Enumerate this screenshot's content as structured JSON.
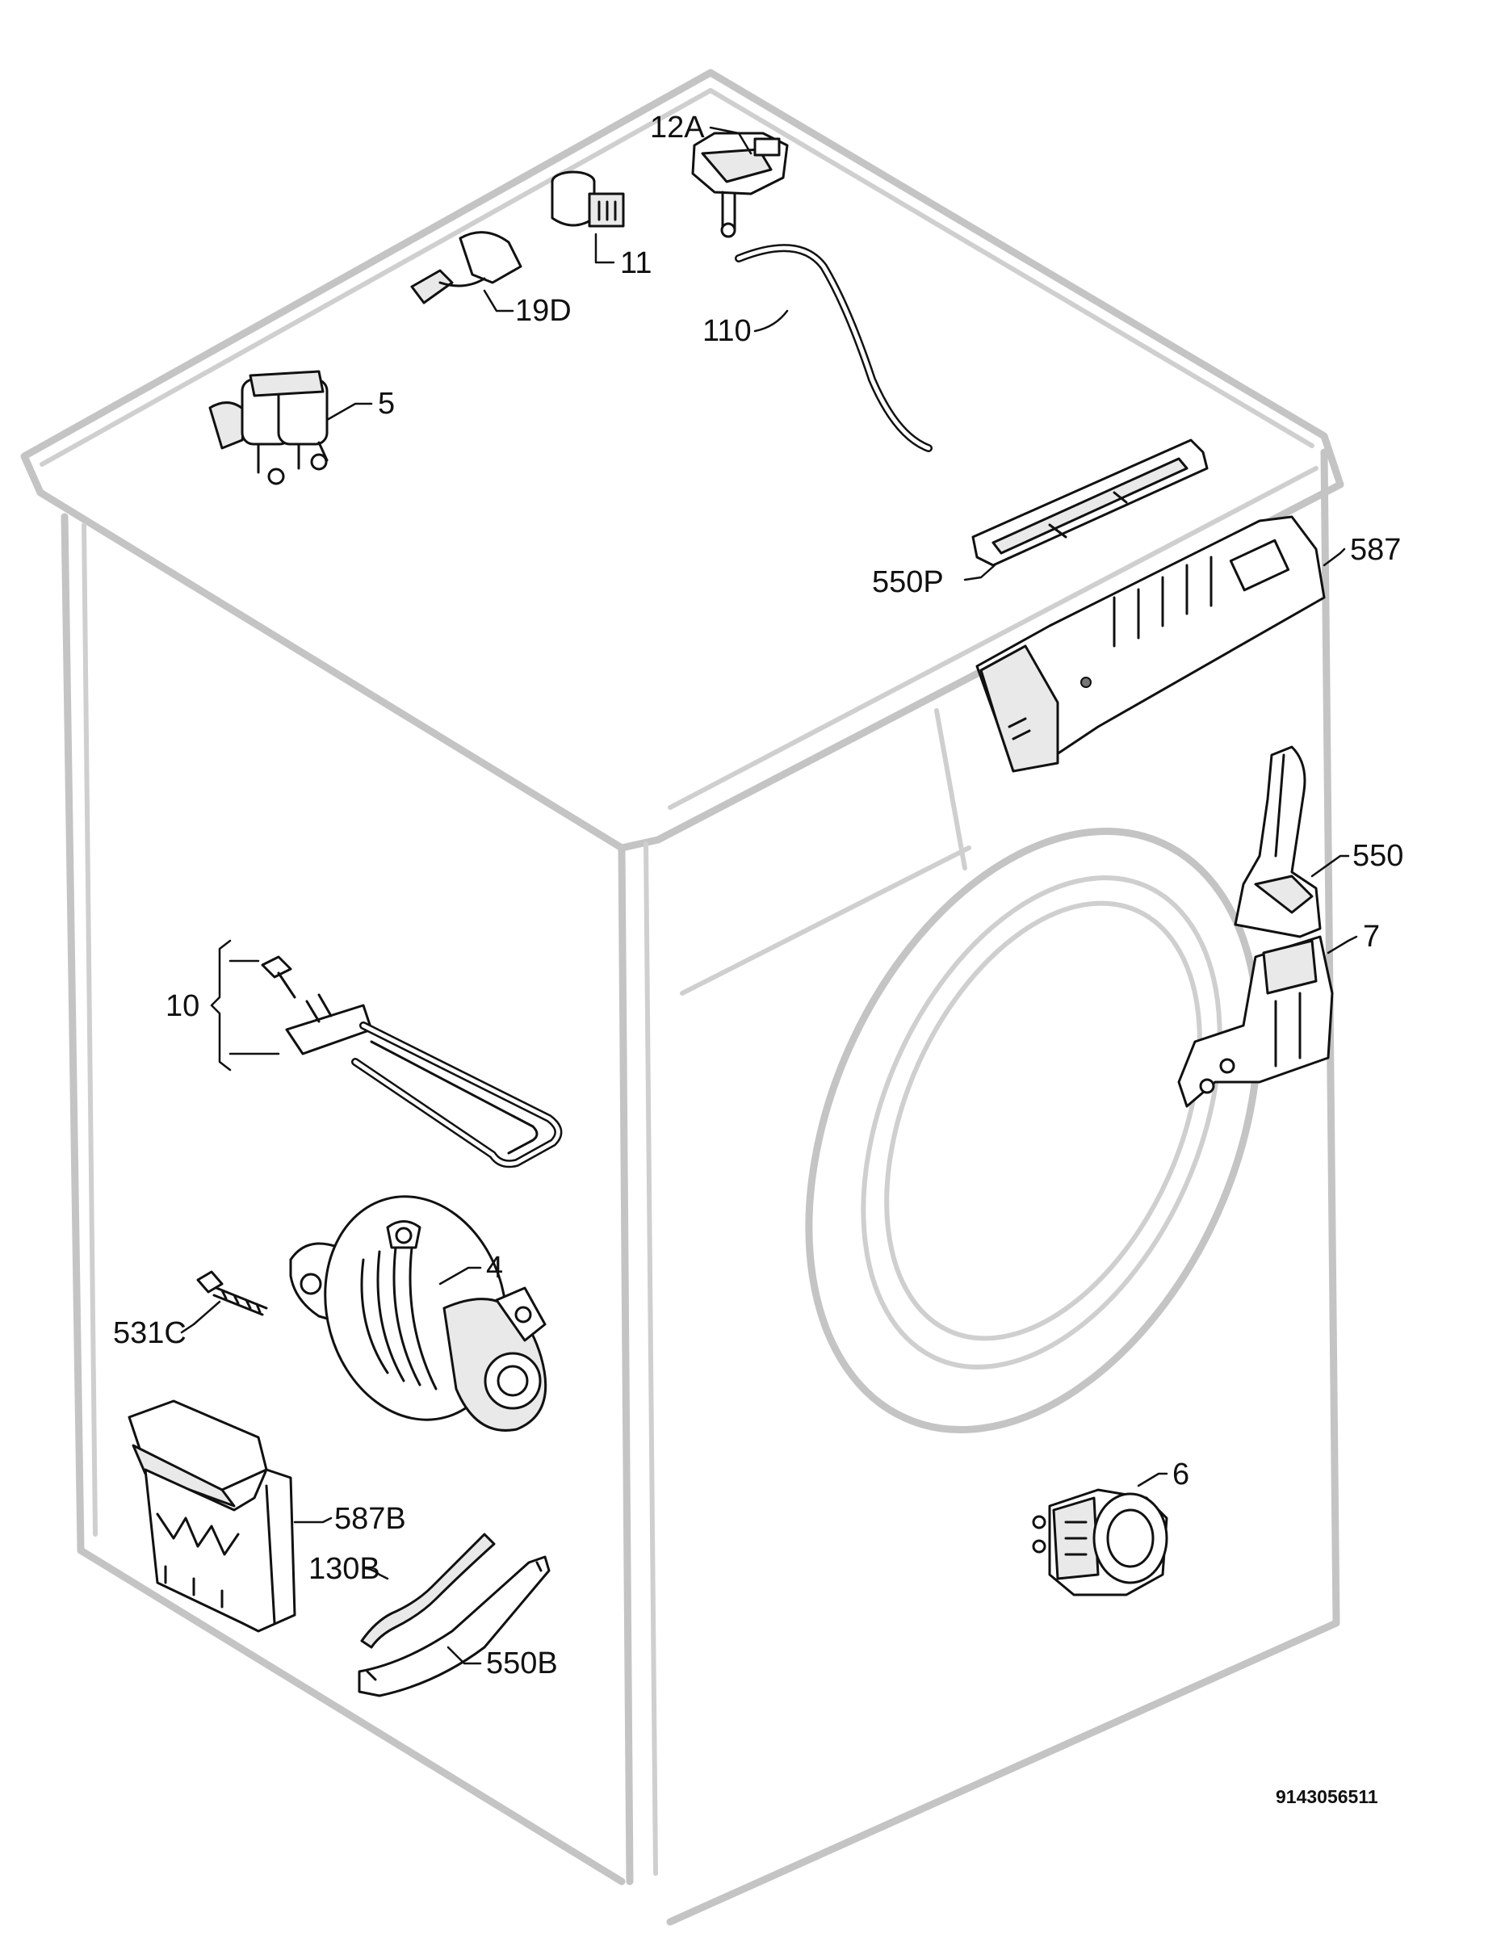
{
  "diagram": {
    "labels": {
      "p12a": "12A",
      "p11": "11",
      "p19d": "19D",
      "p110": "110",
      "p5": "5",
      "p550p": "550P",
      "p587": "587",
      "p550": "550",
      "p7": "7",
      "p10": "10",
      "p4": "4",
      "p531c": "531C",
      "p587b": "587B",
      "p130b": "130B",
      "p550b": "550B",
      "p6": "6"
    },
    "drawing_code": "9143056511"
  }
}
